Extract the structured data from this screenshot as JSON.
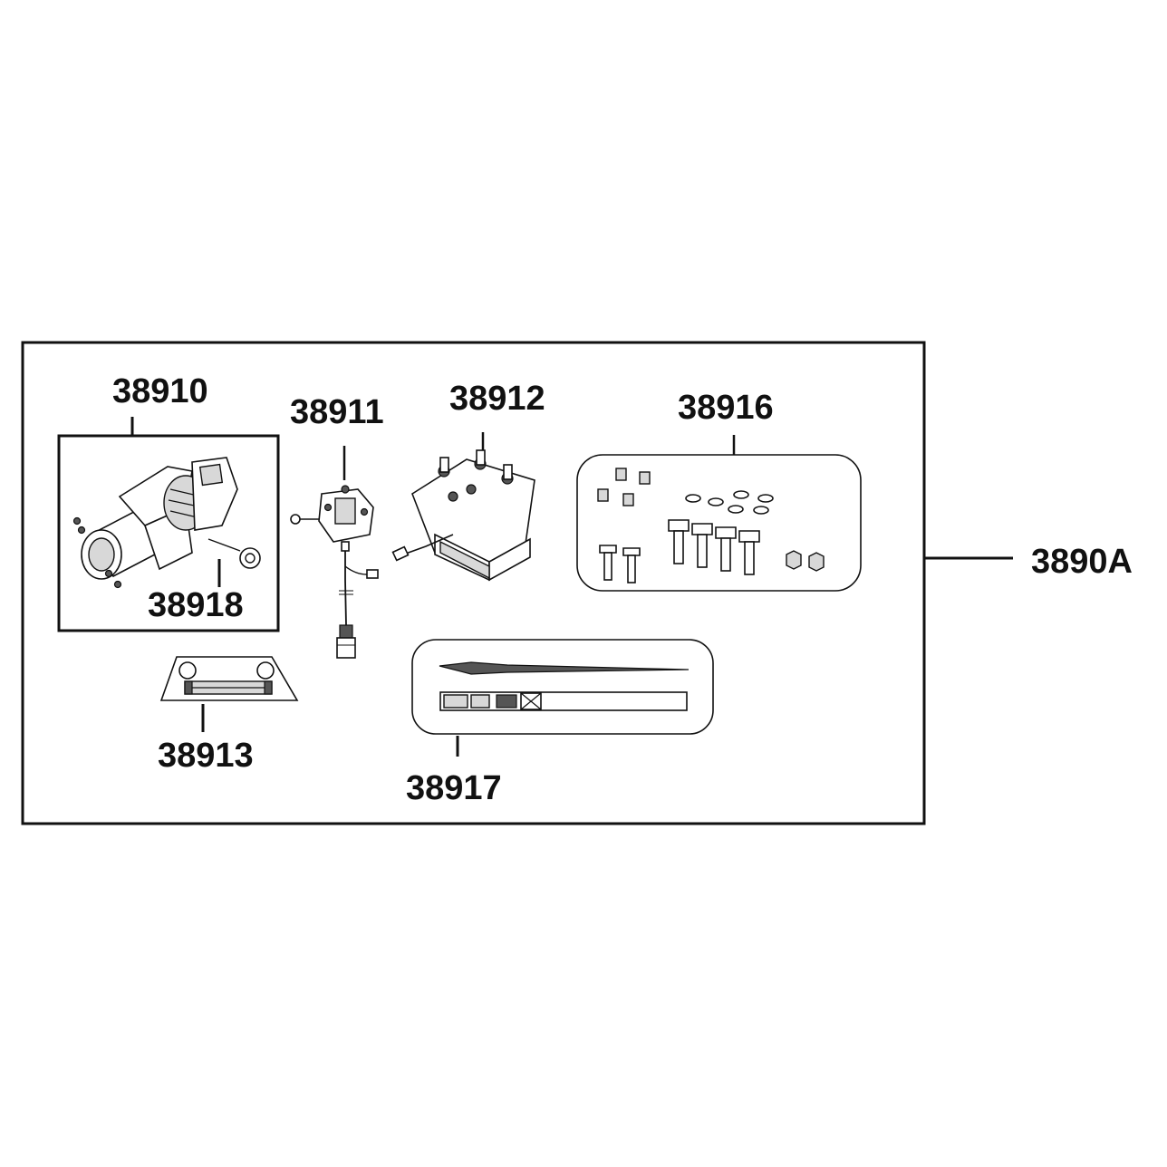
{
  "diagram": {
    "kit_label": "3890A",
    "parts": {
      "winch": "38910",
      "harness": "38911",
      "solenoid": "38912",
      "fairlead": "38913",
      "hardware": "38916",
      "strap": "38917",
      "hook": "38918"
    }
  }
}
